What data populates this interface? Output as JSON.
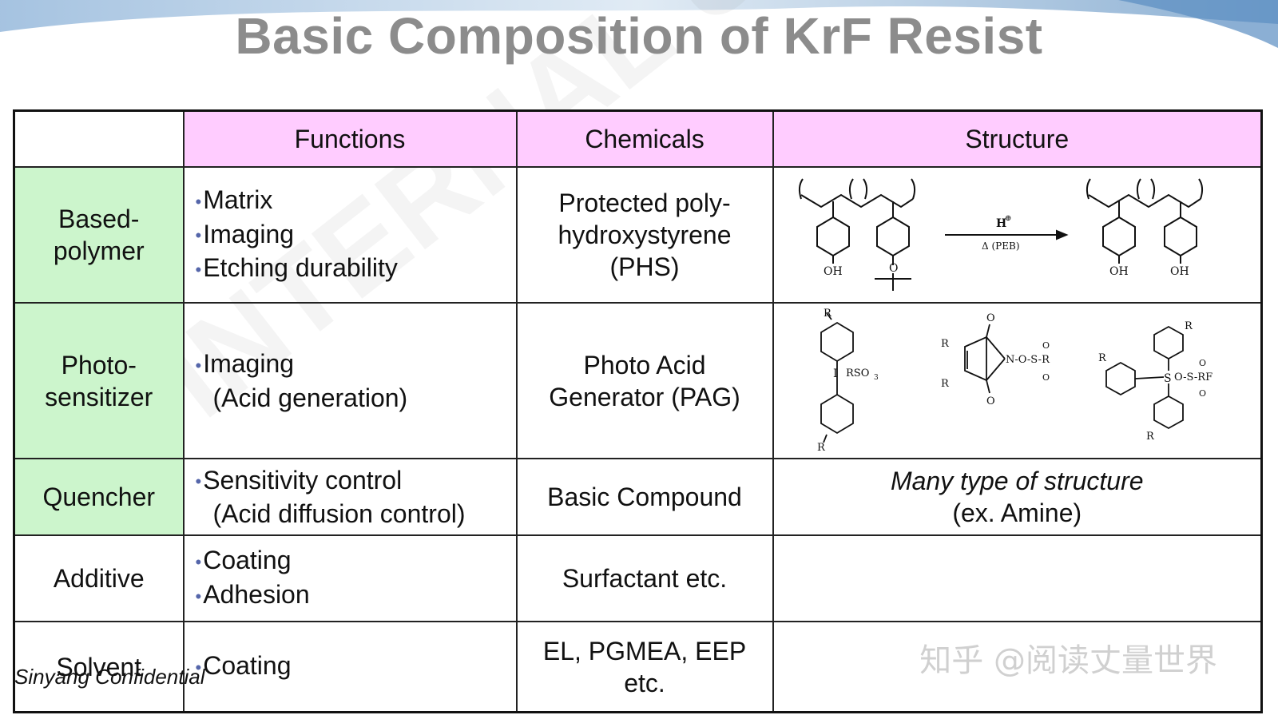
{
  "title": "Basic Composition of KrF Resist",
  "header": {
    "functions": "Functions",
    "chemicals": "Chemicals",
    "structure": "Structure"
  },
  "rows": [
    {
      "name": [
        "Based-",
        "polymer"
      ],
      "functions": [
        "Matrix",
        "Imaging",
        "Etching durability"
      ],
      "chemicals": [
        "Protected poly-",
        "hydroxystyrene",
        "(PHS)"
      ]
    },
    {
      "name": [
        "Photo-",
        "sensitizer"
      ],
      "functions": [
        "Imaging",
        "(Acid generation)"
      ],
      "chemicals": [
        "Photo Acid",
        "Generator (PAG)"
      ]
    },
    {
      "name": [
        "Quencher"
      ],
      "functions": [
        "Sensitivity control",
        "(Acid diffusion control)"
      ],
      "chemicals": [
        "Basic Compound"
      ],
      "structure": [
        "Many type of structure",
        "(ex. Amine)"
      ]
    },
    {
      "name": [
        "Additive"
      ],
      "functions": [
        "Coating",
        "Adhesion"
      ],
      "chemicals": [
        "Surfactant  etc."
      ]
    },
    {
      "name": [
        "Solvent"
      ],
      "functions": [
        "Coating"
      ],
      "chemicals": [
        "EL, PGMEA, EEP",
        "etc."
      ]
    }
  ],
  "structure_labels": {
    "oh": "OH",
    "h_plus": "H",
    "peb": "Δ (PEB)",
    "r": "R",
    "rso3": "RSO",
    "n_o_s_r": "N-O-S-R",
    "o": "O",
    "s": "S",
    "o_s_rf": "O-S-RF",
    "i": "I"
  },
  "footer": {
    "confidential": "Sinyang Confidential",
    "watermark": "知乎 @阅读丈量世界"
  },
  "diagonal_watermark": "INTERNAL USE ONLY",
  "colors": {
    "header_bg": "#ffccff",
    "rowhead_bg": "#ccf5cc",
    "title": "#8c8c8c"
  }
}
